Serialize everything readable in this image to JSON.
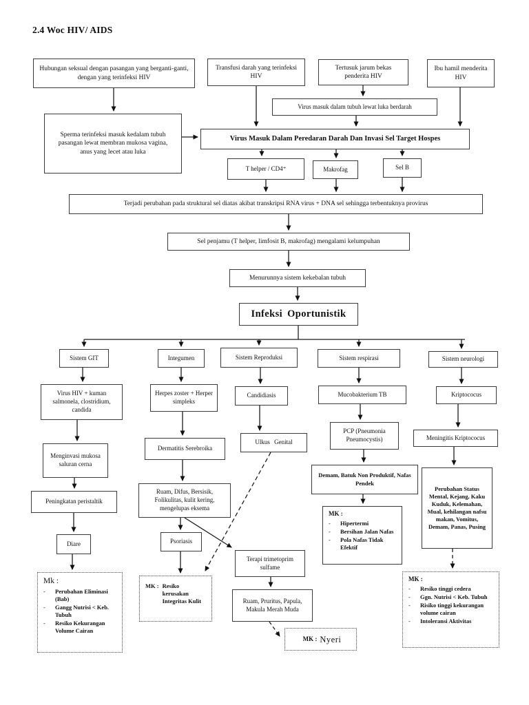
{
  "title": "2.4 Woc HIV/ AIDS",
  "bullet": "-",
  "nodes": {
    "hubungan": "Hubungan seksual dengan pasangan yang berganti-ganti, dengan yang terinfeksi HIV",
    "transfusi": "Transfusi darah yang terinfeksi HIV",
    "tertusuk": "Tertusuk jarum bekas penderita HIV",
    "ibu_hamil": "Ibu hamil menderita HIV",
    "sperma": "Sperma terinfeksi masuk kedalam tubuh pasangan lewat membran mukosa vagina, anus yang lecet atau luka",
    "virus_luka": "Virus masuk dalam tubuh lewat luka berdarah",
    "invasi": "Virus Masuk Dalam Peredaran Darah Dan Invasi Sel Target Hospes",
    "thelper": "T helper / CD4⁺",
    "makrofag": "Makrofag",
    "selb": "Sel B",
    "provirus": "Terjadi perubahan pada struktural sel diatas akibat transkripsi RNA virus + DNA sel sehingga terbentuknya provirus",
    "penjamu": "Sel penjamu (T helper, limfosit B, makrofag) mengalami kelumpuhan",
    "imun": "Menurunnya sistem kekebalan tubuh",
    "infeksi": "Infeksi Oportunistik"
  },
  "branches": {
    "git": "Sistem GIT",
    "integumen": "Integumen",
    "reproduksi": "Sistem Reproduksi",
    "respirasi": "Sistem respirasi",
    "neurologi": "Sistem neurologi"
  },
  "git_chain": {
    "virus_kuman": "Virus HIV + kuman salmonela, clostridium, candida",
    "invasi_mukosa": "Menginvasi mukosa saluran cerna",
    "peristaltik": "Peningkatan peristaltik",
    "diare": "Diare"
  },
  "mk_git": {
    "header": "Mk :",
    "items": [
      "Perubahan Eliminasi (Bab)",
      "Gangg Nutrisi < Keb. Tubuh",
      "Resiko Kekurangan Volume Cairan"
    ]
  },
  "integumen_chain": {
    "herpes": "Herpes zoster + Herper simpleks",
    "dermatitis": "Dermatitis Serebroika",
    "ruam": "Ruam, Difus, Bersisik, Folikulitas, kulit kering, mengelupas eksema",
    "psoriasis": "Psoriasis"
  },
  "mk_kulit": {
    "label": "MK :",
    "text": "Resiko kerusakan Integritas Kulit"
  },
  "reproduksi_chain": {
    "candidiasis": "Candidiasis",
    "ulkus": "Ulkus Genital",
    "terapi": "Terapi trimetoprim sulfame",
    "ruam_pruritus": "Ruam, Pruritus, Papula, Makula Merah Muda"
  },
  "mk_nyeri": {
    "label": "MK :",
    "text": "Nyeri"
  },
  "respirasi_chain": {
    "tb": "Mucobakterium TB",
    "pcp": "PCP (Pneumonia Pneumocystis)",
    "demam": "Demam, Batuk Non Produktif, Nafas Pendek"
  },
  "mk_nafas": {
    "header": "MK :",
    "items": [
      "Hipertermi",
      "Bersihan Jalan Nafas",
      "Pola Nafas Tidak Efektif"
    ]
  },
  "neurologi_chain": {
    "kriptococus": "Kriptococus",
    "meningitis": "Meningitis Kriptococus",
    "status": "Perubahan Status Mental, Kejang, Kaku Kuduk, Kelemahan, Mual, kehilangan nafsu makan, Vomitus, Demam, Panas, Pusing"
  },
  "mk_neuro": {
    "header": "MK :",
    "items": [
      "Resiko tinggi cedera",
      "Ggn. Nutrisi < Keb. Tubuh",
      "Risiko tinggi kekurangan volume cairan",
      "Intoleransi Aktivitas"
    ]
  }
}
